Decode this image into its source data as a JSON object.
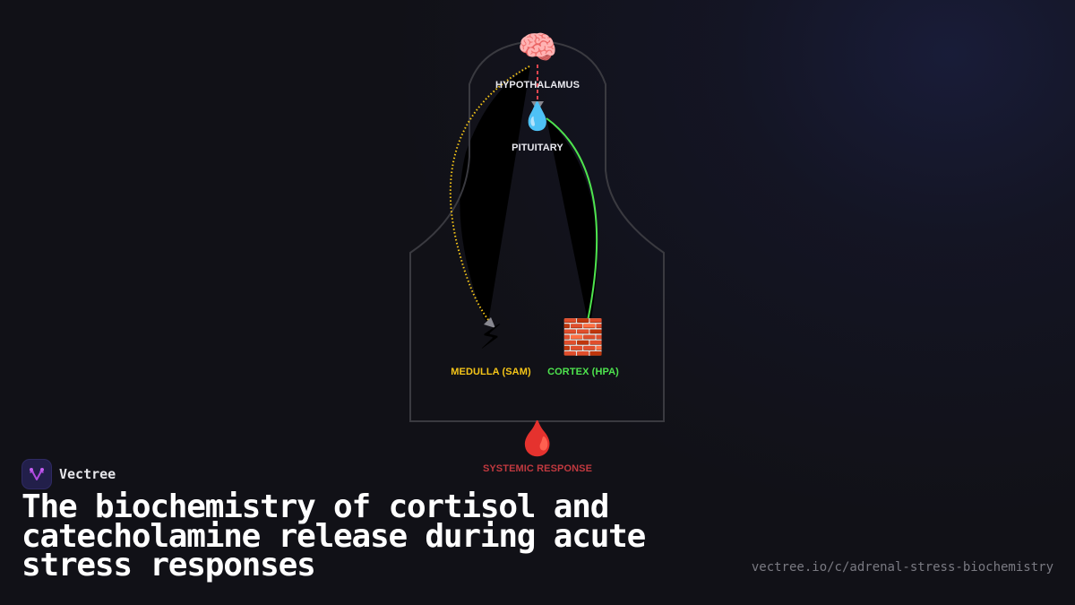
{
  "diagram": {
    "nodes": {
      "hypothalamus": {
        "label": "HYPOTHALAMUS",
        "icon": "brain-icon",
        "glyph": "🧠",
        "color": "#e8e8ee"
      },
      "pituitary": {
        "label": "PITUITARY",
        "icon": "droplet-icon",
        "glyph": "💧",
        "color": "#e8e8ee"
      },
      "medulla": {
        "label": "MEDULLA (SAM)",
        "icon": "lightning-icon",
        "glyph": "⚡",
        "color": "#f5c518"
      },
      "cortex": {
        "label": "CORTEX (HPA)",
        "icon": "brick-icon",
        "glyph": "🧱",
        "color": "#4ee44e"
      },
      "systemic": {
        "label": "SYSTEMIC RESPONSE",
        "icon": "blood-drop-icon",
        "glyph": "🩸",
        "color": "#c0393f"
      }
    },
    "edges": [
      {
        "from": "hypothalamus",
        "to": "pituitary",
        "style": "dashed",
        "color": "#e0454f"
      },
      {
        "from": "hypothalamus",
        "to": "medulla",
        "style": "dotted",
        "color": "#f5c518"
      },
      {
        "from": "pituitary",
        "to": "cortex",
        "style": "solid",
        "color": "#4ee44e"
      }
    ],
    "outline_color": "#3a3a40"
  },
  "brand": {
    "name": "Vectree",
    "logo_icon": "vectree-logo-icon"
  },
  "title": "The biochemistry of cortisol and catecholamine release during acute stress responses",
  "url": "vectree.io/c/adrenal-stress-biochemistry"
}
